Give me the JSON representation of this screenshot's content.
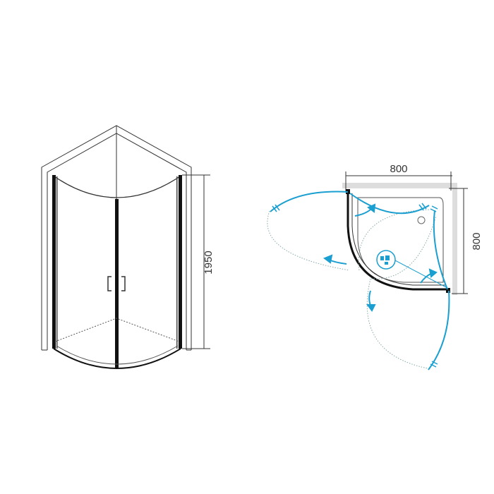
{
  "front_view": {
    "height_dimension": "1950"
  },
  "plan_view": {
    "width_dimension": "800",
    "depth_dimension": "800"
  },
  "colors": {
    "line": "#222222",
    "accent": "#1a9fd0",
    "wall": "#d9d9d9"
  }
}
